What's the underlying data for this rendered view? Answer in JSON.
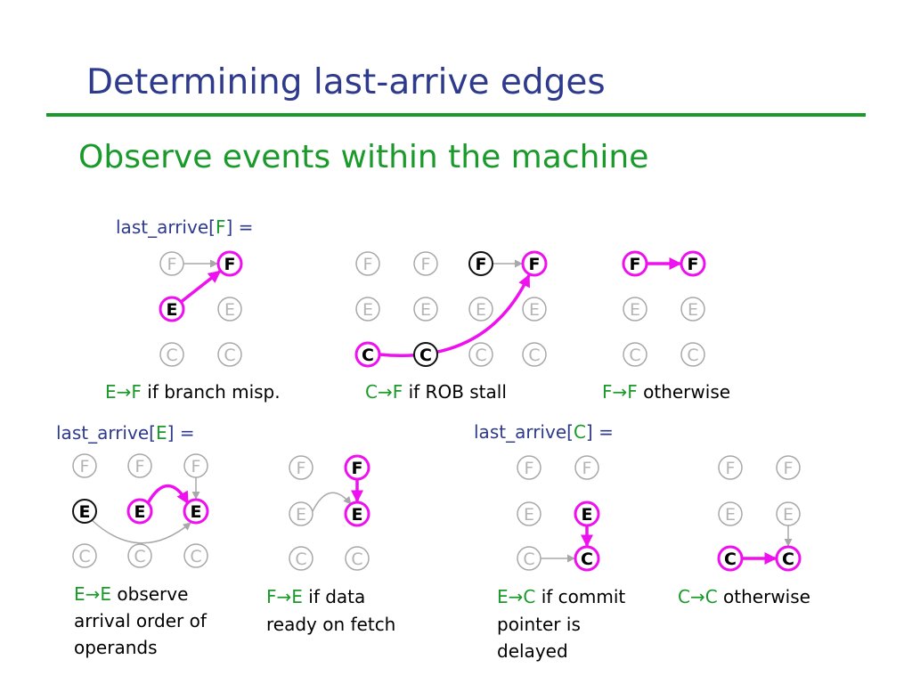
{
  "title": "Determining last-arrive edges",
  "subtitle": "Observe events within the machine",
  "colors": {
    "title": "#2e3a8c",
    "accent_green": "#1a9a2a",
    "highlight": "#ee10ee",
    "faded_node": "#a8a8a8"
  },
  "sections": [
    {
      "label_pre": "last_arrive[",
      "label_key": "F",
      "label_post": "] ="
    },
    {
      "label_pre": "last_arrive[",
      "label_key": "E",
      "label_post": "] ="
    },
    {
      "label_pre": "last_arrive[",
      "label_key": "C",
      "label_post": "] ="
    }
  ],
  "cases": [
    {
      "section": 0,
      "columns": 2,
      "highlighted": [
        "E0",
        "F1"
      ],
      "bold": [],
      "edges": [
        [
          "F0",
          "F1",
          "gray"
        ],
        [
          "E0",
          "F1",
          "hl"
        ]
      ],
      "caption_pair": "E→F",
      "caption": [
        "if branch misp."
      ]
    },
    {
      "section": 0,
      "columns": 4,
      "highlighted": [
        "C0",
        "F3"
      ],
      "bold": [
        "F2",
        "C1"
      ],
      "edges": [
        [
          "F2",
          "F3",
          "gray"
        ],
        [
          "C0",
          "F3",
          "hl"
        ]
      ],
      "caption_pair": "C→F",
      "caption": [
        "if ROB stall"
      ]
    },
    {
      "section": 0,
      "columns": 2,
      "highlighted": [
        "F0",
        "F1"
      ],
      "bold": [],
      "edges": [
        [
          "F0",
          "F1",
          "hl"
        ]
      ],
      "caption_pair": "F→F",
      "caption": [
        "otherwise"
      ]
    },
    {
      "section": 1,
      "columns": 3,
      "highlighted": [
        "E1",
        "E2"
      ],
      "bold": [
        "E0"
      ],
      "edges": [
        [
          "F2",
          "E2",
          "gray"
        ],
        [
          "E0",
          "E2",
          "gray"
        ],
        [
          "E1",
          "E2",
          "hl"
        ]
      ],
      "caption_pair": "E→E",
      "caption": [
        "observe",
        "arrival order of",
        "operands"
      ]
    },
    {
      "section": 1,
      "columns": 2,
      "highlighted": [
        "F1",
        "E1"
      ],
      "bold": [],
      "edges": [
        [
          "E0",
          "E1",
          "gray"
        ],
        [
          "F1",
          "E1",
          "hl"
        ]
      ],
      "caption_pair": "F→E",
      "caption": [
        "if data",
        "ready on fetch"
      ]
    },
    {
      "section": 2,
      "columns": 2,
      "highlighted": [
        "E1",
        "C1"
      ],
      "bold": [],
      "edges": [
        [
          "C0",
          "C1",
          "gray"
        ],
        [
          "E1",
          "C1",
          "hl"
        ]
      ],
      "caption_pair": "E→C",
      "caption": [
        "if commit",
        "pointer is",
        "delayed"
      ]
    },
    {
      "section": 2,
      "columns": 2,
      "highlighted": [
        "C0",
        "C1"
      ],
      "bold": [],
      "edges": [
        [
          "E1",
          "C1",
          "gray"
        ],
        [
          "C0",
          "C1",
          "hl"
        ]
      ],
      "caption_pair": "C→C",
      "caption": [
        "otherwise"
      ]
    }
  ]
}
